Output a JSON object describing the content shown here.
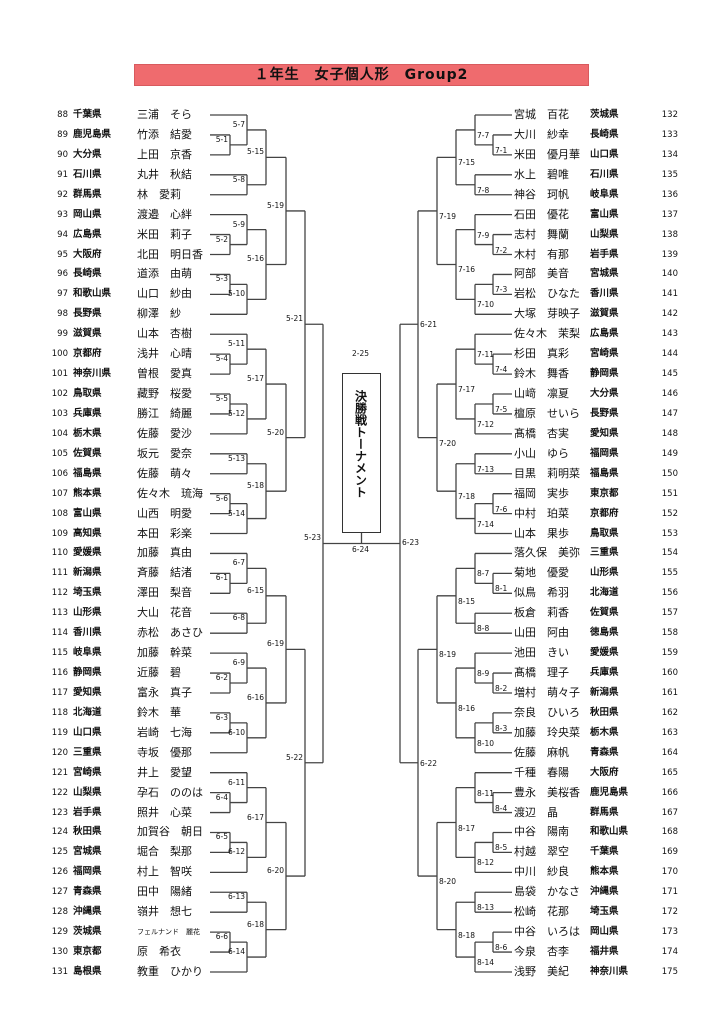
{
  "title": "１年生　女子個人形　Group2",
  "left": {
    "entries": [
      {
        "no": "88",
        "pref": "千葉県",
        "name": "三浦　そら"
      },
      {
        "no": "89",
        "pref": "鹿児島県",
        "name": "竹添　結愛"
      },
      {
        "no": "90",
        "pref": "大分県",
        "name": "上田　京香"
      },
      {
        "no": "91",
        "pref": "石川県",
        "name": "丸井　秋結"
      },
      {
        "no": "92",
        "pref": "群馬県",
        "name": "林　愛莉"
      },
      {
        "no": "93",
        "pref": "岡山県",
        "name": "渡邉　心絆"
      },
      {
        "no": "94",
        "pref": "広島県",
        "name": "米田　莉子"
      },
      {
        "no": "95",
        "pref": "大阪府",
        "name": "北田　明日香"
      },
      {
        "no": "96",
        "pref": "長崎県",
        "name": "道添　由萌"
      },
      {
        "no": "97",
        "pref": "和歌山県",
        "name": "山口　紗由"
      },
      {
        "no": "98",
        "pref": "長野県",
        "name": "柳澤　紗"
      },
      {
        "no": "99",
        "pref": "滋賀県",
        "name": "山本　杏樹"
      },
      {
        "no": "100",
        "pref": "京都府",
        "name": "浅井　心晴"
      },
      {
        "no": "101",
        "pref": "神奈川県",
        "name": "曽根　愛真"
      },
      {
        "no": "102",
        "pref": "鳥取県",
        "name": "藏野　桜愛"
      },
      {
        "no": "103",
        "pref": "兵庫県",
        "name": "勝江　綺麗"
      },
      {
        "no": "104",
        "pref": "栃木県",
        "name": "佐藤　愛沙"
      },
      {
        "no": "105",
        "pref": "佐賀県",
        "name": "坂元　愛奈"
      },
      {
        "no": "106",
        "pref": "福島県",
        "name": "佐藤　萌々"
      },
      {
        "no": "107",
        "pref": "熊本県",
        "name": "佐々木　琉海"
      },
      {
        "no": "108",
        "pref": "富山県",
        "name": "山西　明愛"
      },
      {
        "no": "109",
        "pref": "高知県",
        "name": "本田　彩楽"
      },
      {
        "no": "110",
        "pref": "愛媛県",
        "name": "加藤　真由"
      },
      {
        "no": "111",
        "pref": "新潟県",
        "name": "斉藤　結渚"
      },
      {
        "no": "112",
        "pref": "埼玉県",
        "name": "澤田　梨音"
      },
      {
        "no": "113",
        "pref": "山形県",
        "name": "大山　花音"
      },
      {
        "no": "114",
        "pref": "香川県",
        "name": "赤松　あさひ"
      },
      {
        "no": "115",
        "pref": "岐阜県",
        "name": "加藤　幹菜"
      },
      {
        "no": "116",
        "pref": "静岡県",
        "name": "近藤　碧"
      },
      {
        "no": "117",
        "pref": "愛知県",
        "name": "富永　真子"
      },
      {
        "no": "118",
        "pref": "北海道",
        "name": "鈴木　華"
      },
      {
        "no": "119",
        "pref": "山口県",
        "name": "岩崎　七海"
      },
      {
        "no": "120",
        "pref": "三重県",
        "name": "寺坂　優那"
      },
      {
        "no": "121",
        "pref": "宮崎県",
        "name": "井上　愛望"
      },
      {
        "no": "122",
        "pref": "山梨県",
        "name": "孕石　ののは"
      },
      {
        "no": "123",
        "pref": "岩手県",
        "name": "照井　心菜"
      },
      {
        "no": "124",
        "pref": "秋田県",
        "name": "加賀谷　朝日"
      },
      {
        "no": "125",
        "pref": "宮城県",
        "name": "堀合　梨那"
      },
      {
        "no": "126",
        "pref": "福岡県",
        "name": "村上　智咲"
      },
      {
        "no": "127",
        "pref": "青森県",
        "name": "田中　陽緒"
      },
      {
        "no": "128",
        "pref": "沖縄県",
        "name": "嶺井　想七"
      },
      {
        "no": "129",
        "pref": "茨城県",
        "name": "フェルナンド　麗花"
      },
      {
        "no": "130",
        "pref": "東京都",
        "name": "原　希衣"
      },
      {
        "no": "131",
        "pref": "島根県",
        "name": "教重　ひかり"
      }
    ],
    "blocks": [
      {
        "matches": [
          "5-1",
          "5-7",
          "5-8",
          "5-15",
          "5-2",
          "5-9",
          "5-3",
          "5-10",
          "5-16",
          "5-19"
        ]
      },
      {
        "matches": [
          "5-4",
          "5-11",
          "5-5",
          "5-12",
          "5-17",
          "5-13",
          "5-6",
          "5-14",
          "5-18",
          "5-20"
        ]
      },
      {
        "matches": [
          "6-1",
          "6-7",
          "6-8",
          "6-15",
          "6-2",
          "6-9",
          "6-3",
          "6-10",
          "6-16",
          "6-19"
        ]
      },
      {
        "matches": [
          "6-4",
          "6-11",
          "6-5",
          "6-12",
          "6-17",
          "6-13",
          "6-6",
          "6-14",
          "6-18",
          "6-20"
        ]
      }
    ],
    "semis": [
      "5-21",
      "5-22"
    ],
    "final": "5-23"
  },
  "right": {
    "entries": [
      {
        "no": "132",
        "pref": "茨城県",
        "name": "宮城　百花"
      },
      {
        "no": "133",
        "pref": "長崎県",
        "name": "大川　紗幸"
      },
      {
        "no": "134",
        "pref": "山口県",
        "name": "米田　優月華"
      },
      {
        "no": "135",
        "pref": "石川県",
        "name": "水上　碧唯"
      },
      {
        "no": "136",
        "pref": "岐阜県",
        "name": "神谷　珂帆"
      },
      {
        "no": "137",
        "pref": "富山県",
        "name": "石田　優花"
      },
      {
        "no": "138",
        "pref": "山梨県",
        "name": "志村　舞蘭"
      },
      {
        "no": "139",
        "pref": "岩手県",
        "name": "木村　有那"
      },
      {
        "no": "140",
        "pref": "宮城県",
        "name": "阿部　美音"
      },
      {
        "no": "141",
        "pref": "香川県",
        "name": "岩松　ひなた"
      },
      {
        "no": "142",
        "pref": "滋賀県",
        "name": "大塚　芽映子"
      },
      {
        "no": "143",
        "pref": "広島県",
        "name": "佐々木　茉梨"
      },
      {
        "no": "144",
        "pref": "宮崎県",
        "name": "杉田　真彩"
      },
      {
        "no": "145",
        "pref": "静岡県",
        "name": "鈴木　舞香"
      },
      {
        "no": "146",
        "pref": "大分県",
        "name": "山﨑　凛夏"
      },
      {
        "no": "147",
        "pref": "長野県",
        "name": "檀原　せいら"
      },
      {
        "no": "148",
        "pref": "愛知県",
        "name": "髙橋　杏実"
      },
      {
        "no": "149",
        "pref": "福岡県",
        "name": "小山　ゆら"
      },
      {
        "no": "150",
        "pref": "福島県",
        "name": "目黒　莉明菜"
      },
      {
        "no": "151",
        "pref": "東京都",
        "name": "福岡　実歩"
      },
      {
        "no": "152",
        "pref": "京都府",
        "name": "中村　珀菜"
      },
      {
        "no": "153",
        "pref": "鳥取県",
        "name": "山本　果歩"
      },
      {
        "no": "154",
        "pref": "三重県",
        "name": "落久保　美弥"
      },
      {
        "no": "155",
        "pref": "山形県",
        "name": "菊地　優愛"
      },
      {
        "no": "156",
        "pref": "北海道",
        "name": "似鳥　希羽"
      },
      {
        "no": "157",
        "pref": "佐賀県",
        "name": "板倉　莉香"
      },
      {
        "no": "158",
        "pref": "徳島県",
        "name": "山田　阿由"
      },
      {
        "no": "159",
        "pref": "愛媛県",
        "name": "池田　きい"
      },
      {
        "no": "160",
        "pref": "兵庫県",
        "name": "髙橋　理子"
      },
      {
        "no": "161",
        "pref": "新潟県",
        "name": "増村　萌々子"
      },
      {
        "no": "162",
        "pref": "秋田県",
        "name": "奈良　ひいろ"
      },
      {
        "no": "163",
        "pref": "栃木県",
        "name": "加藤　玲央菜"
      },
      {
        "no": "164",
        "pref": "青森県",
        "name": "佐藤　麻帆"
      },
      {
        "no": "165",
        "pref": "大阪府",
        "name": "千種　春陽"
      },
      {
        "no": "166",
        "pref": "鹿児島県",
        "name": "豊永　美桜香"
      },
      {
        "no": "167",
        "pref": "群馬県",
        "name": "渡辺　晶"
      },
      {
        "no": "168",
        "pref": "和歌山県",
        "name": "中谷　陽南"
      },
      {
        "no": "169",
        "pref": "千葉県",
        "name": "村越　翠空"
      },
      {
        "no": "170",
        "pref": "熊本県",
        "name": "中川　紗良"
      },
      {
        "no": "171",
        "pref": "沖縄県",
        "name": "島袋　かなさ"
      },
      {
        "no": "172",
        "pref": "埼玉県",
        "name": "松崎　花那"
      },
      {
        "no": "173",
        "pref": "岡山県",
        "name": "中谷　いろは"
      },
      {
        "no": "174",
        "pref": "福井県",
        "name": "今泉　杏李"
      },
      {
        "no": "175",
        "pref": "神奈川県",
        "name": "浅野　美紀"
      }
    ],
    "blocks": [
      {
        "matches": [
          "7-1",
          "7-7",
          "7-8",
          "7-15",
          "7-2",
          "7-9",
          "7-3",
          "7-10",
          "7-16",
          "7-19"
        ]
      },
      {
        "matches": [
          "7-4",
          "7-11",
          "7-5",
          "7-12",
          "7-17",
          "7-13",
          "7-6",
          "7-14",
          "7-18",
          "7-20"
        ]
      },
      {
        "matches": [
          "8-1",
          "8-7",
          "8-8",
          "8-15",
          "8-2",
          "8-9",
          "8-3",
          "8-10",
          "8-16",
          "8-19"
        ]
      },
      {
        "matches": [
          "8-4",
          "8-11",
          "8-5",
          "8-12",
          "8-17",
          "8-13",
          "8-6",
          "8-14",
          "8-18",
          "8-20"
        ]
      }
    ],
    "semis": [
      "6-21",
      "6-22"
    ],
    "final": "6-23"
  },
  "center": {
    "above_box": "2-25",
    "box_text": "決勝戦トーナメント",
    "final_match": "6-24"
  }
}
